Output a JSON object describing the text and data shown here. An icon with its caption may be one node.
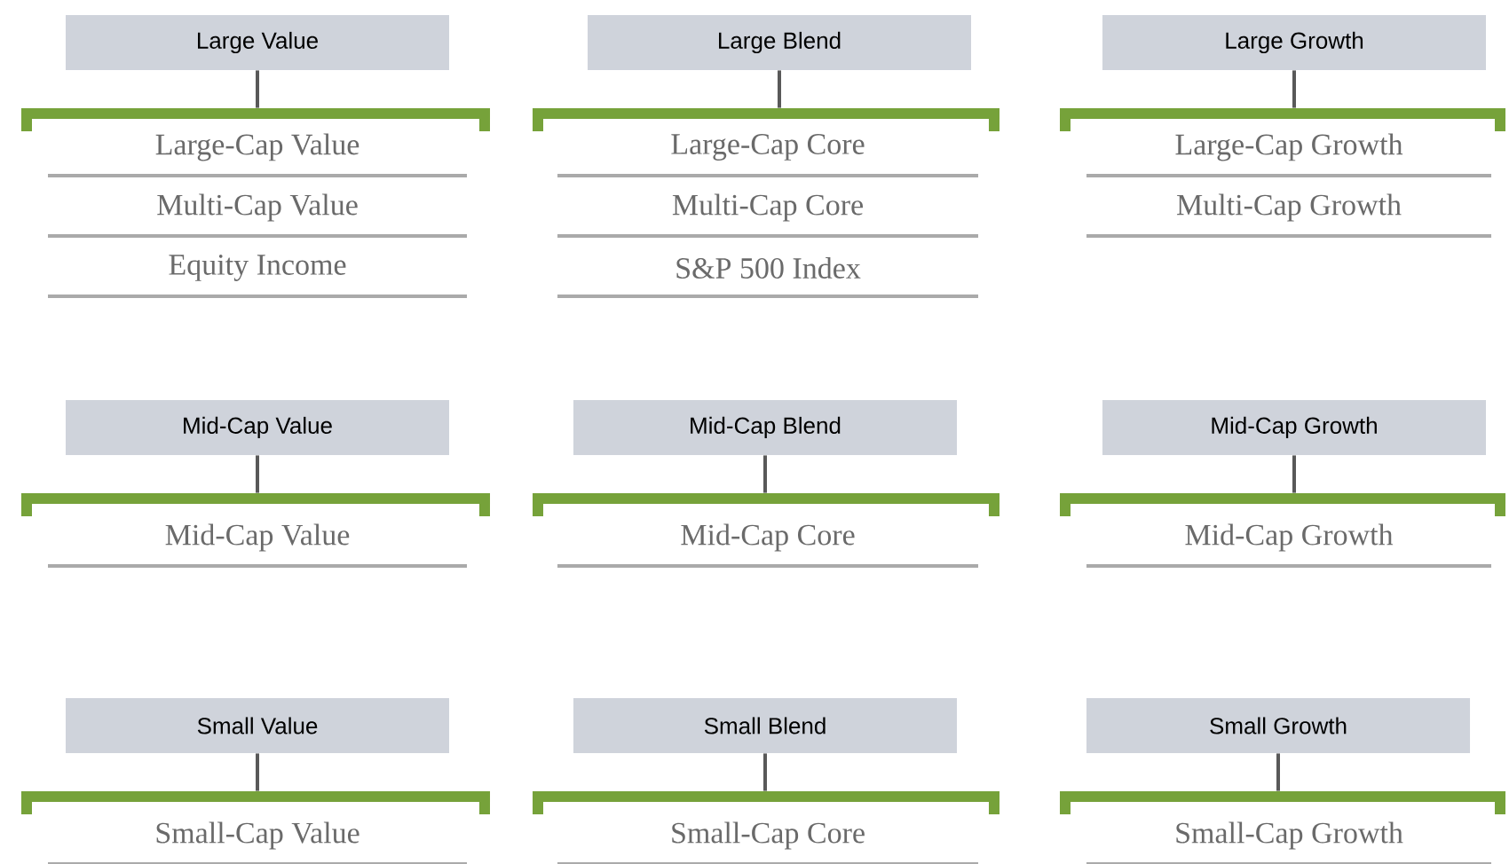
{
  "diagram": {
    "nodes": [
      {
        "text": [
          "Large Value"
        ]
      },
      {
        "text": [],
        "shape": "bar"
      },
      {
        "text": [
          "Large-Cap Value"
        ]
      },
      {
        "text": [
          "Multi-Cap Value"
        ]
      },
      {
        "text": [
          "Equity Income"
        ]
      },
      {
        "text": [
          "Large Blend"
        ]
      },
      {
        "text": [],
        "shape": "bar"
      },
      {
        "text": [
          "Large-Cap Core"
        ]
      },
      {
        "text": [
          "Multi-Cap Core"
        ]
      },
      {
        "text": [
          "S&P 500 Index"
        ]
      },
      {
        "text": [
          "Large Growth"
        ]
      },
      {
        "text": [],
        "shape": "bar"
      },
      {
        "text": [
          "Large-Cap Growth"
        ]
      },
      {
        "text": [
          "Multi-Cap Growth"
        ]
      },
      {
        "text": [
          "Mid-Cap Value"
        ]
      },
      {
        "text": [],
        "shape": "bar"
      },
      {
        "text": [
          "Mid-Cap Value"
        ]
      },
      {
        "text": [
          "Mid-Cap Blend"
        ]
      },
      {
        "text": [],
        "shape": "bar"
      },
      {
        "text": [
          "Mid-Cap Core"
        ]
      },
      {
        "text": [
          "Mid-Cap Growth"
        ]
      },
      {
        "text": [],
        "shape": "bar"
      },
      {
        "text": [
          "Mid-Cap Growth"
        ]
      },
      {
        "text": [
          "Small Value"
        ]
      },
      {
        "text": [],
        "shape": "bar"
      },
      {
        "text": [
          "Small-Cap Value"
        ]
      },
      {
        "text": [
          "Small Blend"
        ]
      },
      {
        "text": [],
        "shape": "bar"
      },
      {
        "text": [
          "Small-Cap Core"
        ]
      },
      {
        "text": [
          "Small Growth"
        ]
      },
      {
        "text": [],
        "shape": "bar"
      },
      {
        "text": [
          "Small-Cap Growth"
        ]
      }
    ],
    "edges": [
      {
        "from": 0,
        "to": 1,
        "arrow": "none"
      },
      {
        "from": 5,
        "to": 6,
        "arrow": "none"
      },
      {
        "from": 10,
        "to": 11,
        "arrow": "none"
      },
      {
        "from": 14,
        "to": 15,
        "arrow": "none"
      },
      {
        "from": 17,
        "to": 18,
        "arrow": "none"
      },
      {
        "from": 20,
        "to": 21,
        "arrow": "none"
      },
      {
        "from": 23,
        "to": 24,
        "arrow": "none"
      },
      {
        "from": 26,
        "to": 27,
        "arrow": "none"
      },
      {
        "from": 29,
        "to": 30,
        "arrow": "none"
      }
    ]
  }
}
